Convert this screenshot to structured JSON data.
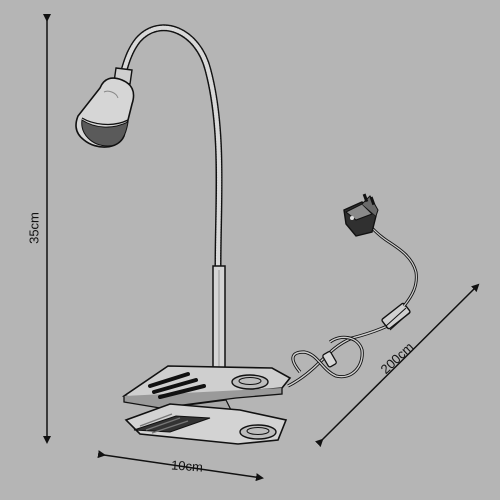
{
  "dimensions": {
    "height_label": "35cm",
    "width_label": "10cm",
    "cord_label": "200cm"
  },
  "colors": {
    "background": "#b5b5b5",
    "line": "#111111",
    "panel": "#c9c9c9"
  }
}
